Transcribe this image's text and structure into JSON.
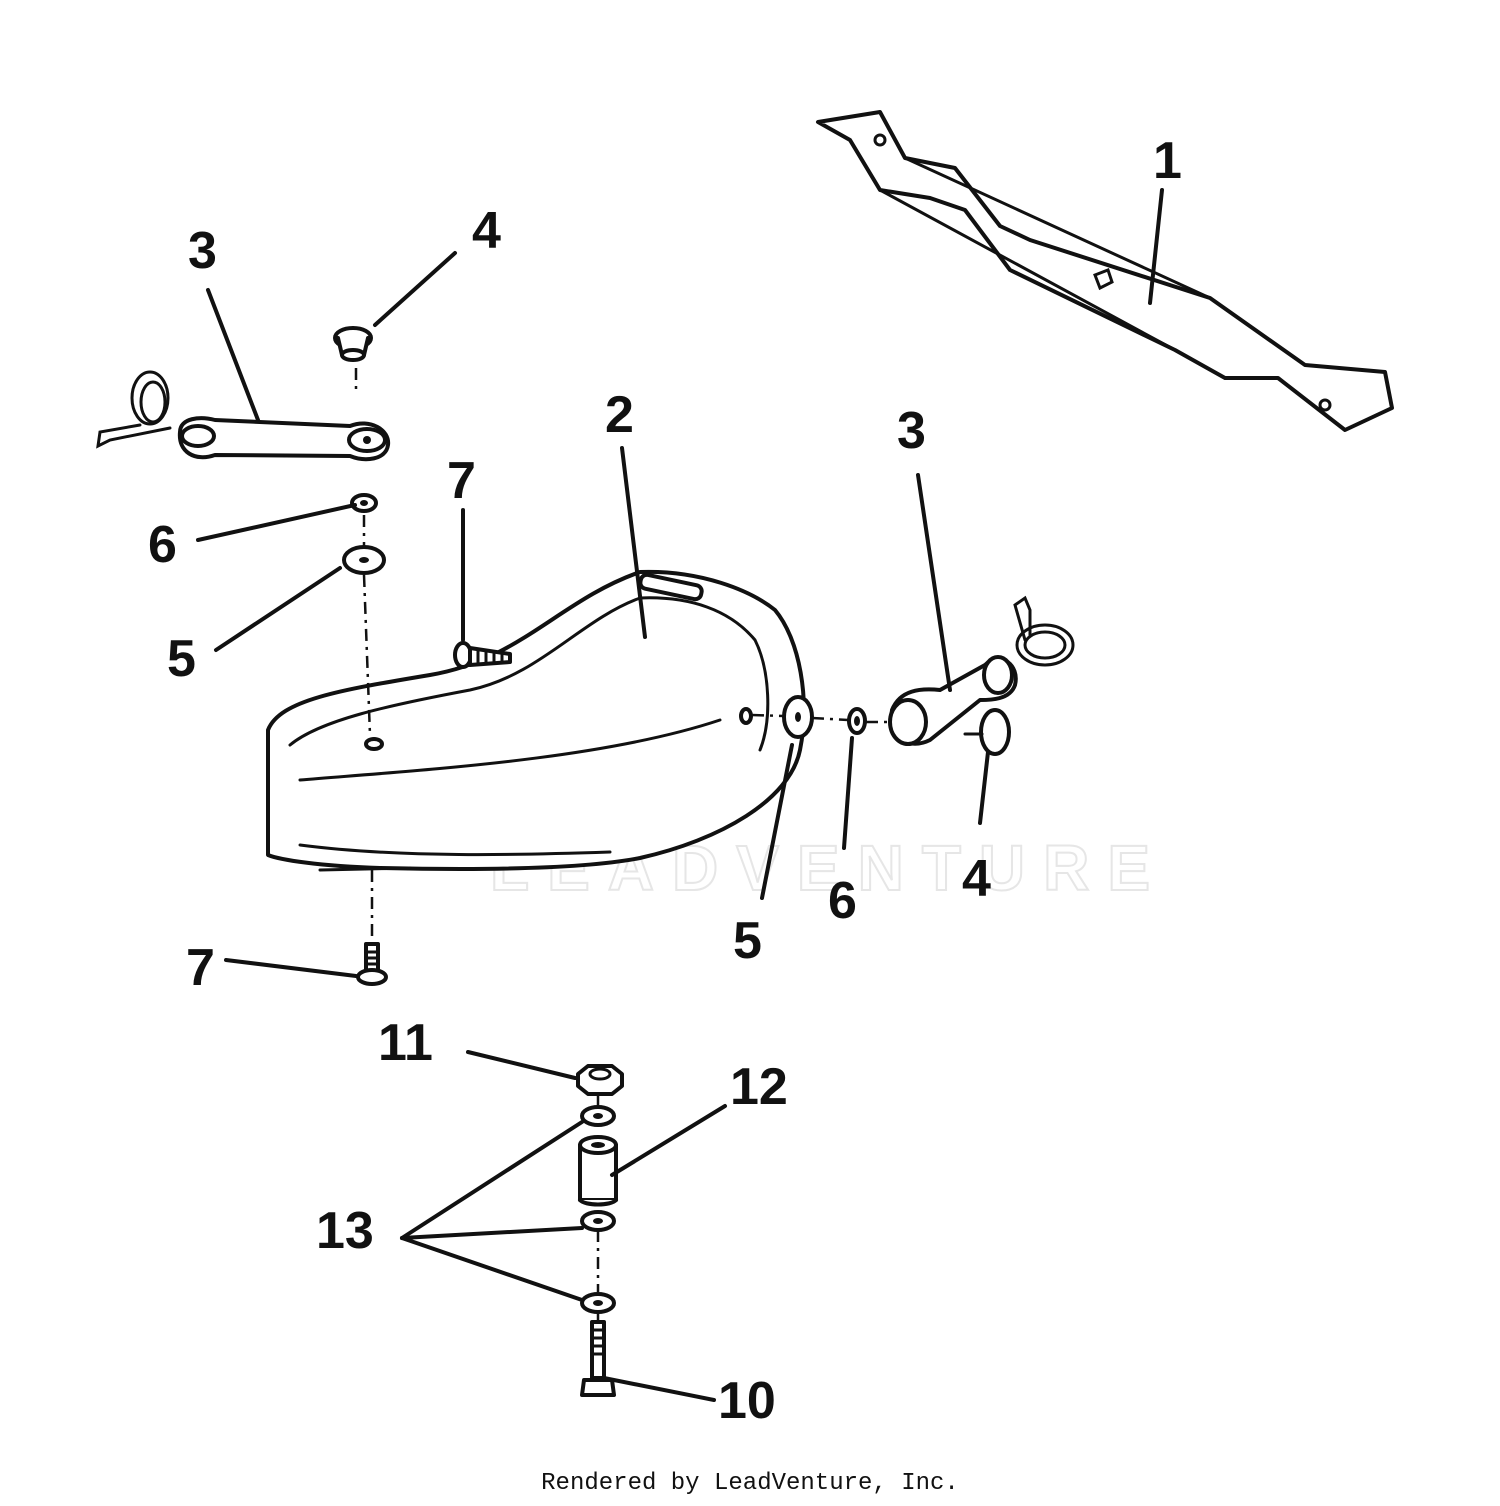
{
  "diagram": {
    "watermark": "LEADVENTURE",
    "callouts": {
      "blade": "1",
      "blade_guard": "2",
      "idler_arm_left": "3",
      "idler_arm_right": "3",
      "nut_left": "4",
      "nut_right": "4",
      "washer_left": "5",
      "washer_right": "5",
      "lock_washer_left": "6",
      "lock_washer_right": "6",
      "screw_upper": "7",
      "screw_lower": "7",
      "bolt": "10",
      "hex_nut": "11",
      "spacer": "12",
      "washers_group": "13"
    }
  },
  "footer": {
    "rendered_by": "Rendered by LeadVenture, Inc."
  }
}
